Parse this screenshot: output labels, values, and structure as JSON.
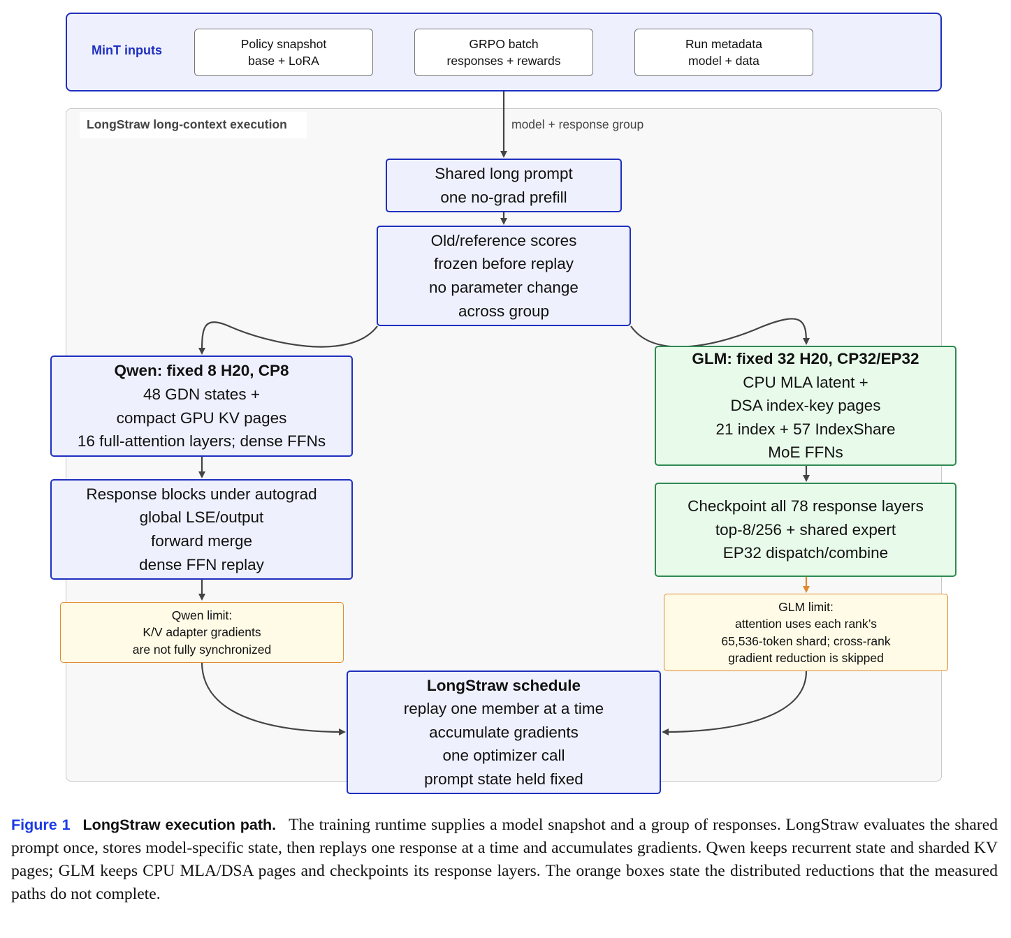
{
  "inputs": {
    "label": "MinT inputs",
    "cards": [
      {
        "line1": "Policy snapshot",
        "line2": "base + LoRA"
      },
      {
        "line1": "GRPO batch",
        "line2": "responses + rewards"
      },
      {
        "line1": "Run metadata",
        "line2": "model + data"
      }
    ]
  },
  "execution": {
    "label": "LongStraw long-context execution",
    "edge_label": "model + response group",
    "prompt_box": {
      "lines": [
        "Shared long prompt",
        "one no-grad prefill"
      ]
    },
    "scores_box": {
      "lines": [
        "Old/reference scores",
        "frozen before replay",
        "no parameter change",
        "across group"
      ]
    },
    "qwen_box": {
      "title": "Qwen:  fixed 8 H20, CP8",
      "lines": [
        "48 GDN states +",
        "compact GPU KV pages",
        "16 full-attention layers; dense FFNs"
      ]
    },
    "qwen_replay_box": {
      "lines": [
        "Response blocks under autograd",
        "global LSE/output",
        "forward merge",
        "dense FFN replay"
      ]
    },
    "qwen_limit": {
      "lines": [
        "Qwen limit:",
        "K/V adapter gradients",
        "are not fully synchronized"
      ]
    },
    "glm_box": {
      "title": "GLM: fixed 32 H20, CP32/EP32",
      "lines": [
        "CPU MLA latent +",
        "DSA index-key pages",
        "21 index + 57 IndexShare",
        "MoE FFNs"
      ]
    },
    "glm_replay_box": {
      "lines": [
        "Checkpoint all 78 response layers",
        "top-8/256 + shared expert",
        "EP32 dispatch/combine"
      ]
    },
    "glm_limit": {
      "lines": [
        "GLM limit:",
        "attention uses each rank’s",
        "65,536-token shard; cross-rank",
        "gradient reduction is skipped"
      ]
    },
    "schedule_box": {
      "title": "LongStraw schedule",
      "lines": [
        "replay one member at a time",
        "accumulate gradients",
        "one optimizer call",
        "prompt state held fixed"
      ]
    }
  },
  "colors": {
    "blue_border": "#1f2fbf",
    "blue_fill": "#eef0fd",
    "green_border": "#2f8a52",
    "green_fill": "#e8fbea",
    "orange_border": "#e08a2e",
    "yellow_fill": "#fffbe6",
    "edge": "#444444",
    "edge_orange": "#e08a2e"
  },
  "caption": {
    "figure_label": "Figure 1",
    "title": "LongStraw execution path.",
    "text": "The training runtime supplies a model snapshot and a group of responses. LongStraw evaluates the shared prompt once, stores model-specific state, then replays one response at a time and accumulates gradients. Qwen keeps recurrent state and sharded KV pages; GLM keeps CPU MLA/DSA pages and checkpoints its response layers. The orange boxes state the distributed reductions that the measured paths do not complete."
  }
}
